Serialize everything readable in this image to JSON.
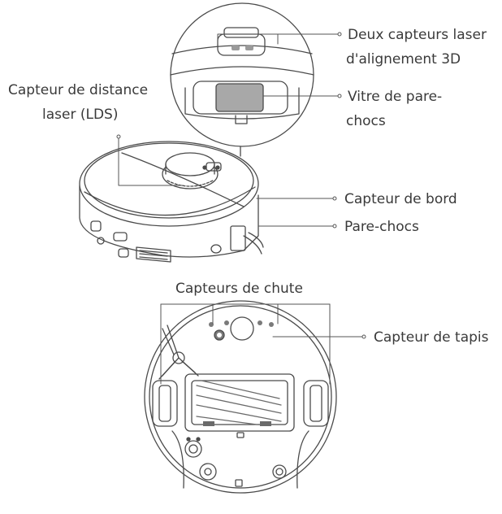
{
  "labels": {
    "laser_3d_line1": "Deux capteurs laser",
    "laser_3d_line2": "d'alignement 3D",
    "lds_line1": "Capteur de distance",
    "lds_line2": "laser (LDS)",
    "bumper_window_line1": "Vitre de pare-",
    "bumper_window_line2": "chocs",
    "edge_sensor": "Capteur de bord",
    "bumper": "Pare-chocs",
    "cliff_sensors": "Capteurs de chute",
    "carpet_sensor": "Capteur de tapis"
  }
}
